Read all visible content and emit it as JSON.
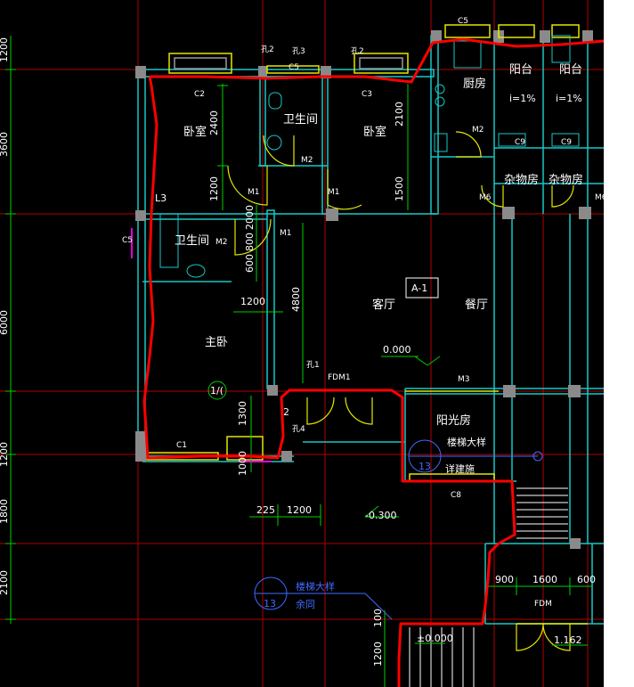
{
  "rooms": {
    "bedroom_left": "卧室",
    "bedroom_right": "卧室",
    "bathroom_top": "卫生间",
    "bathroom_left": "卫生间",
    "kitchen": "厨房",
    "balcony_1": "阳台",
    "balcony_2": "阳台",
    "storage_1": "杂物房",
    "storage_2": "杂物房",
    "living": "客厅",
    "dining": "餐厅",
    "master_bedroom": "主卧",
    "sunroom": "阳光房"
  },
  "slopes": {
    "balcony_1": "i=1%",
    "balcony_2": "i=1%"
  },
  "tags": {
    "C5_top": "C5",
    "C2": "C2",
    "C3": "C3",
    "C5_mid": "C5",
    "C5_left": "C5",
    "C9_a": "C9",
    "C9_b": "C9",
    "C1": "C1",
    "C8": "C8",
    "M1_a": "M1",
    "M1_b": "M1",
    "M1_c": "M1",
    "M2_a": "M2",
    "M2_b": "M2",
    "M2_c": "M2",
    "M3": "M3",
    "M6_a": "M6",
    "M6_b": "M6",
    "hole2_a": "孔2",
    "hole3": "孔3",
    "hole2_b": "孔2",
    "hole1": "孔1",
    "hole4": "孔4",
    "fdm1": "FDM1",
    "fdm": "FDM",
    "a1": "A-1",
    "l3": "L3",
    "code2": "2",
    "code_l": "1/(",
    "thirteen": "13"
  },
  "dims": {
    "d2400": "2400",
    "d2100": "2100",
    "d1200_a": "1200",
    "d1500": "1500",
    "d2000": "2000",
    "d800": "800",
    "d600": "600",
    "d1200_b": "1200",
    "d4800": "4800",
    "d1300": "1300",
    "d1000": "1000",
    "d225": "225",
    "d1200_c": "1200",
    "d900": "900",
    "d1600": "1600",
    "d600_b": "600",
    "d100": "100",
    "d1200_d": "1200",
    "left_1200_top": "1200",
    "left_3600": "3600",
    "left_6000": "6000",
    "left_1200_b": "1200",
    "left_1800": "1800",
    "left_2100": "2100"
  },
  "levels": {
    "level_0": "0.000",
    "level_neg": "-0.300",
    "level_pm": "±0.000",
    "level_1162": "1.162"
  },
  "stair_ref": {
    "title": "楼梯大样",
    "sub": "详建施",
    "code": "13"
  },
  "stair_ref_bottom": {
    "title": "楼梯大样",
    "sub": "余同",
    "code": "13"
  },
  "colors": {
    "background": "#000000",
    "wall": "#19c7c7",
    "grid": "#cc0000",
    "dim": "#00ff00",
    "markup": "#ff0000",
    "window": "#ffff00",
    "ref": "#3f6bff"
  }
}
